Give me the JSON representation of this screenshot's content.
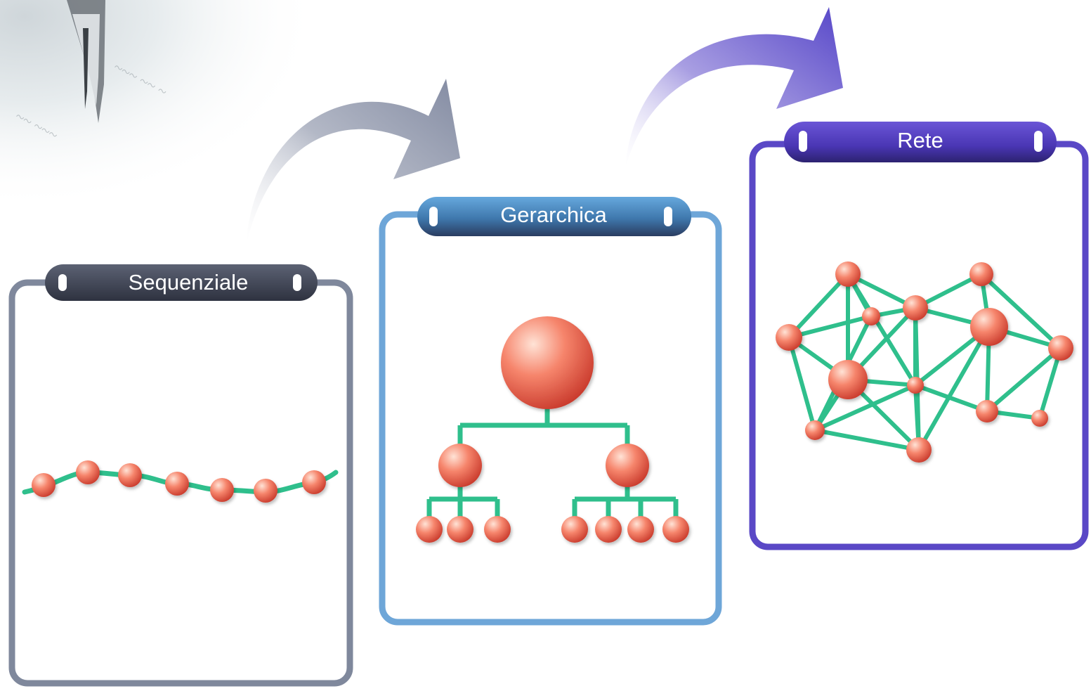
{
  "stages": [
    {
      "id": "sequential",
      "title": "Sequenziale",
      "color": "#7f889c"
    },
    {
      "id": "hierarchical",
      "title": "Gerarchica",
      "color": "#6ea6d8"
    },
    {
      "id": "network",
      "title": "Rete",
      "color": "#5a48c6"
    }
  ],
  "colors": {
    "connector": "#2fbf8c",
    "node": "#ef6a55",
    "arrow_1": "#8b92a8",
    "arrow_2": "#5a48c6"
  }
}
